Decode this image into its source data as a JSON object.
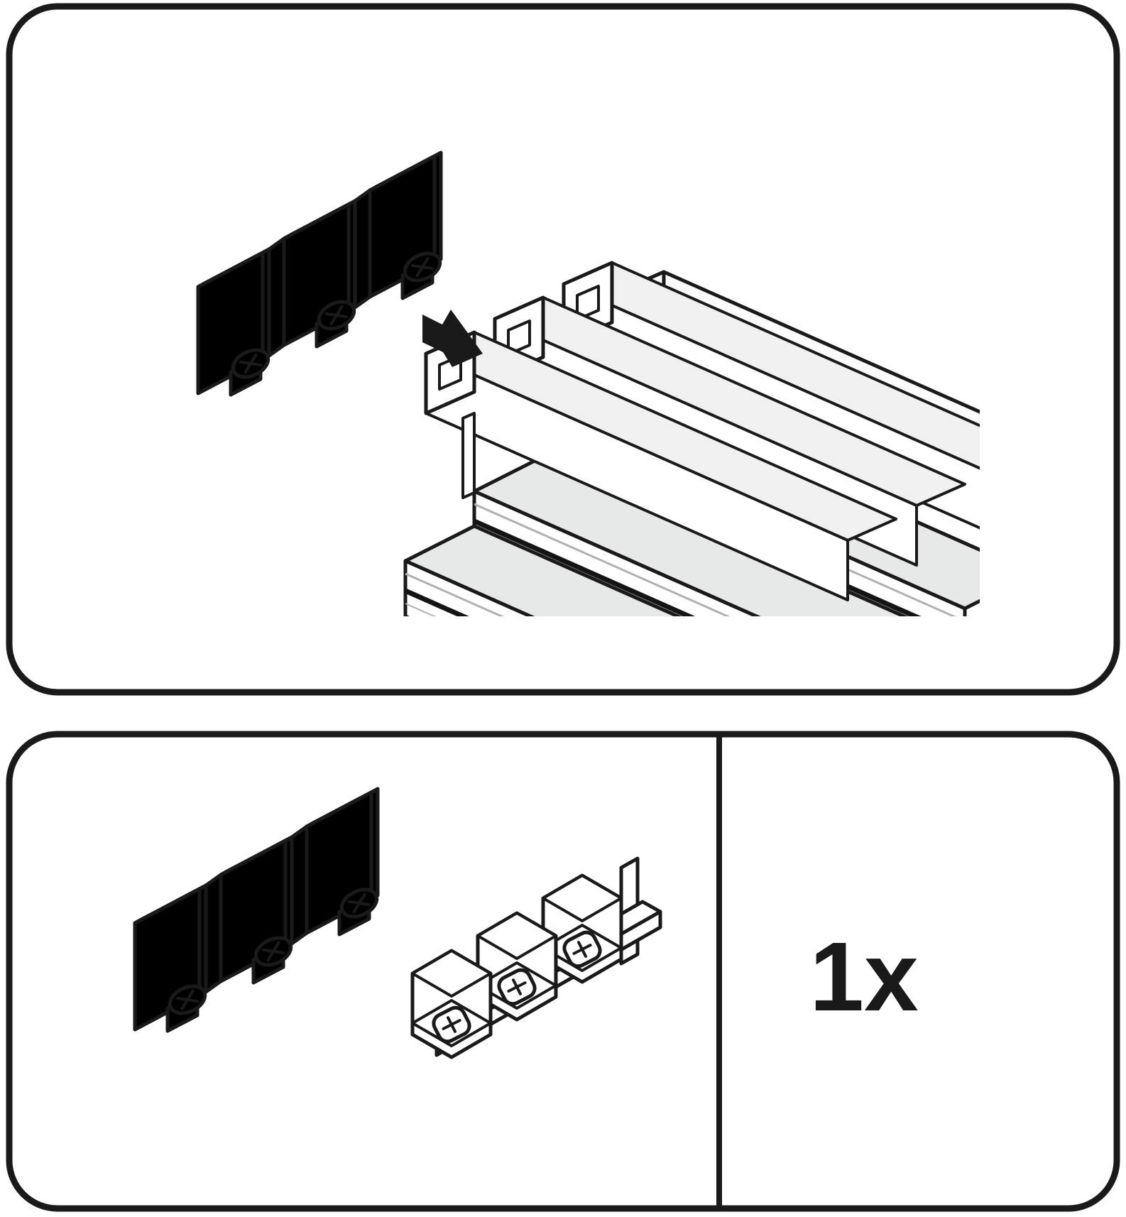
{
  "parts_panel": {
    "quantity_label": "1x"
  },
  "colors": {
    "outline": "#1a1a1a",
    "cap_gray": "#8c8c8c",
    "cap_top": "#a6a6a6",
    "cap_side": "#6f6f6f",
    "rail_gray": "#e7e9e8",
    "chan_gray": "#f0f0f0",
    "paper": "#ffffff"
  },
  "icons": {
    "insertion_arrow": "black-filled-bent-arrow-pointing-right",
    "screw": "phillips-screw-head"
  },
  "illustrations": {
    "step_panel": [
      "end-cap-dark-3-plates",
      "insertion-arrow",
      "curtain-rail-3-track-profile"
    ],
    "parts_panel_left": [
      "end-cap-front-iso-view",
      "end-cap-rear-iso-view"
    ]
  }
}
